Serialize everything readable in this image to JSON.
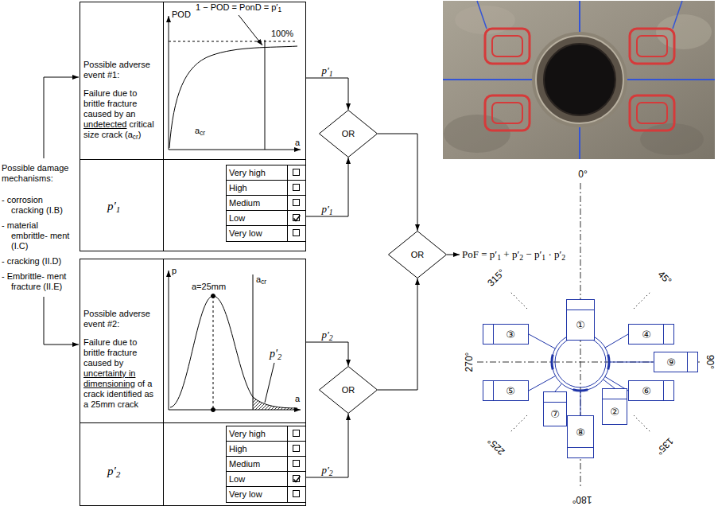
{
  "diagram": {
    "nodes": [
      {
        "text": [
          "Possible adverse event #1:",
          "Failure due to brittle fracture caused by an undetected critical size crack (acr)"
        ]
      },
      {
        "text": [
          "POD",
          "1 − POD = PonD = p′1",
          "100%",
          "acr",
          "a"
        ]
      },
      {
        "text": [
          "p′1"
        ]
      },
      {
        "text": [
          "Very high",
          "High",
          "Medium",
          "Low",
          "Very low"
        ]
      },
      {
        "text": [
          "Possible adverse event #2:",
          "Failure due to brittle fracture caused by uncertainty in dimensioning of a crack identified as a 25mm crack"
        ]
      },
      {
        "text": [
          "p",
          "a=25mm",
          "acr",
          "p′2",
          "a"
        ]
      },
      {
        "text": [
          "p′2"
        ]
      },
      {
        "text": [
          "Very high",
          "High",
          "Medium",
          "Low",
          "Very low"
        ]
      },
      {
        "text": [
          "OR"
        ]
      },
      {
        "text": [
          "OR"
        ]
      },
      {
        "text": [
          "OR"
        ]
      },
      {
        "text": [
          "PoF = p′1 + p′2 − p′1 · p′2"
        ]
      },
      {
        "text": [
          "①"
        ]
      },
      {
        "text": [
          "③"
        ]
      },
      {
        "text": [
          "④"
        ]
      },
      {
        "text": [
          "⑨"
        ]
      },
      {
        "text": [
          "⑤"
        ]
      },
      {
        "text": [
          "⑥"
        ]
      },
      {
        "text": [
          "⑦"
        ]
      },
      {
        "text": [
          "②"
        ]
      },
      {
        "text": [
          "⑧"
        ]
      }
    ],
    "edges": [
      {
        "from": 1,
        "to": 8,
        "label": "p′1",
        "arrow": "to"
      },
      {
        "from": 3,
        "to": 8,
        "label": "p′1",
        "arrow": "to"
      },
      {
        "from": 5,
        "to": 10,
        "label": "p′2",
        "arrow": "to"
      },
      {
        "from": 7,
        "to": 10,
        "label": "p′2",
        "arrow": "to"
      },
      {
        "from": 8,
        "to": 9,
        "arrow": "to"
      },
      {
        "from": 10,
        "to": 9,
        "arrow": "to"
      },
      {
        "from": 9,
        "to": 11,
        "arrow": "to"
      }
    ],
    "labels": [
      "Possible damage mechanisms:",
      "- corrosion cracking (I.B)",
      "- material embrittle- ment (I.C)",
      "- cracking (II.D)",
      "- Embrittle- ment fracture (II.E)",
      "0°",
      "45°",
      "90°",
      "135°",
      "180°",
      "225°",
      "270°",
      "315°"
    ]
  }
}
